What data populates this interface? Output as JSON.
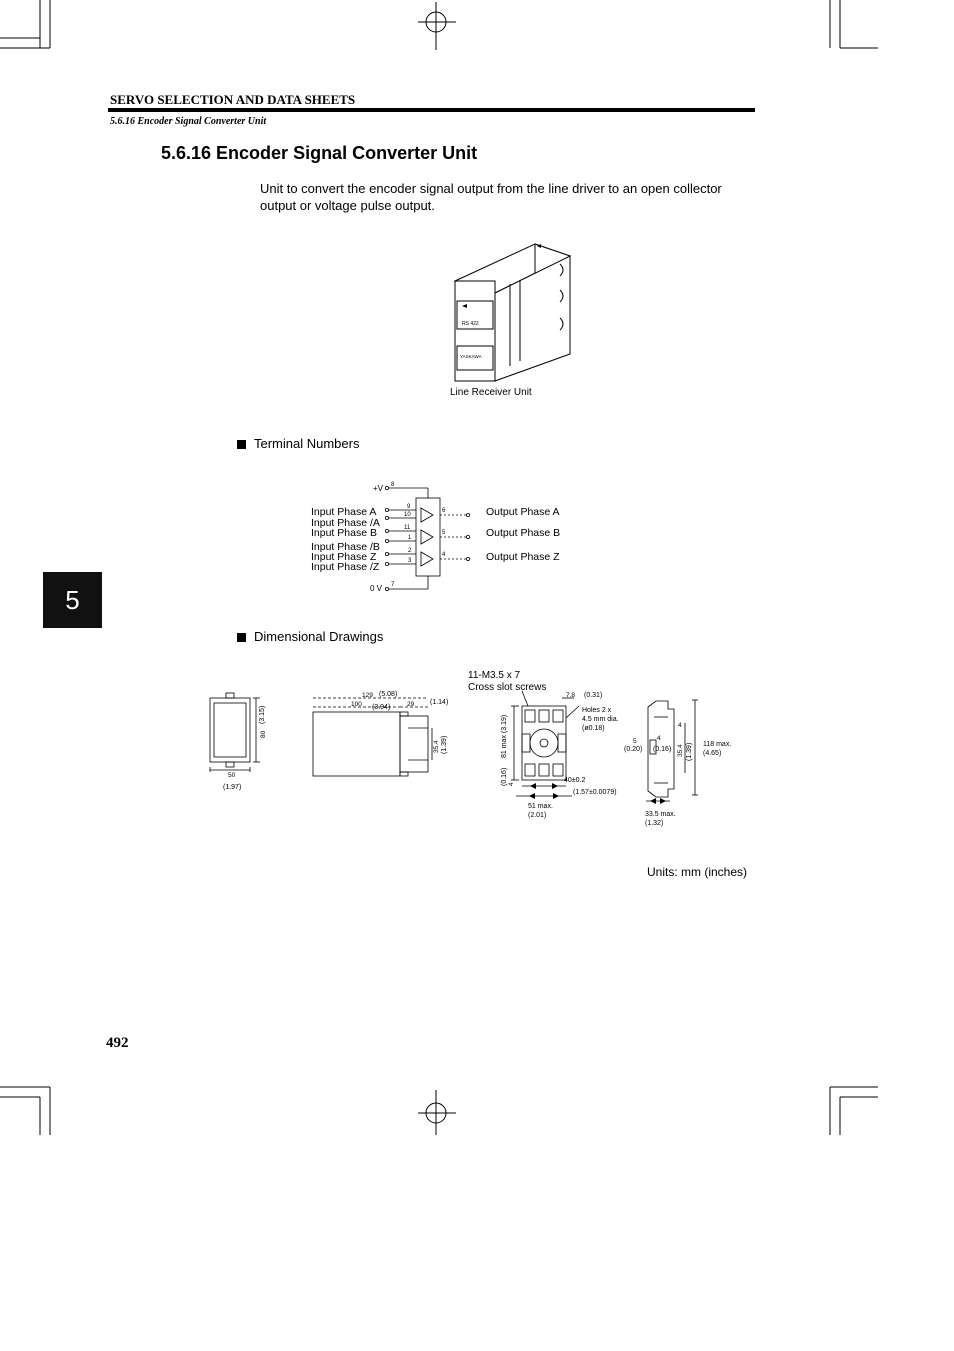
{
  "header": {
    "title": "SERVO SELECTION AND DATA SHEETS",
    "subtitle": "5.6.16 Encoder Signal Converter Unit"
  },
  "section": {
    "title": "5.6.16 Encoder Signal Converter Unit",
    "intro": "Unit to convert the encoder signal output from the line driver to an open collector output or voltage pulse output."
  },
  "figure_unit": {
    "caption": "Line Receiver Unit",
    "panel_label_top": "RS 422",
    "panel_label_bottom": "YASKAWA"
  },
  "terminal_numbers": {
    "heading": "Terminal Numbers",
    "supply_label": "+V",
    "supply_pin": "8",
    "ground_label": "0 V",
    "ground_pin": "7",
    "inputs": [
      {
        "label": "Input Phase A",
        "pin": "9"
      },
      {
        "label": "Input Phase /A",
        "pin": "10"
      },
      {
        "label": "Input Phase B",
        "pin": "11"
      },
      {
        "label": "Input Phase /B",
        "pin": "1"
      },
      {
        "label": "Input Phase Z",
        "pin": "2"
      },
      {
        "label": "Input Phase /Z",
        "pin": "3"
      }
    ],
    "outputs": [
      {
        "label": "Output Phase A",
        "pin": "6"
      },
      {
        "label": "Output Phase B",
        "pin": "5"
      },
      {
        "label": "Output Phase Z",
        "pin": "4"
      }
    ]
  },
  "dimensional_drawings": {
    "heading": "Dimensional Drawings",
    "front": {
      "width": "50",
      "width_in": "(1.97)",
      "height": "80",
      "height_in": "(3.15)"
    },
    "side": {
      "d_total": "129",
      "d_total_in": "(5.08)",
      "d_body": "100",
      "d_body_in": "(3.94)",
      "d_base": "29",
      "d_base_in": "(1.14)",
      "h_base": "35.4",
      "h_base_in": "(1.39)"
    },
    "socket": {
      "screws_line1": "11-M3.5 x 7",
      "screws_line2": "Cross slot screws",
      "gap": "7.8",
      "gap_in": "(0.31)",
      "holes_line1": "Holes 2 x",
      "holes_line2": "4.5 mm dia.",
      "holes_line3": "(ø0.18)",
      "height": "81 max (3.19)",
      "edge": "4",
      "edge_in": "(0.16)",
      "pitch": "40±0.2",
      "pitch_in": "(1.57±0.0079)",
      "width": "51 max.",
      "width_in": "(2.01)"
    },
    "socket_side": {
      "offset": "5",
      "offset_in": "(0.20)",
      "inner": "4",
      "inner_in": "(0.16)",
      "mid": "35.4",
      "mid_in": "(1.39)",
      "height": "118 max.",
      "height_in": "(4.65)",
      "top_pin": "4",
      "width": "33.5 max.",
      "width_in": "(1.32)"
    }
  },
  "chapter_tab": "5",
  "units_note": "Units: mm (inches)",
  "page_number": "492"
}
